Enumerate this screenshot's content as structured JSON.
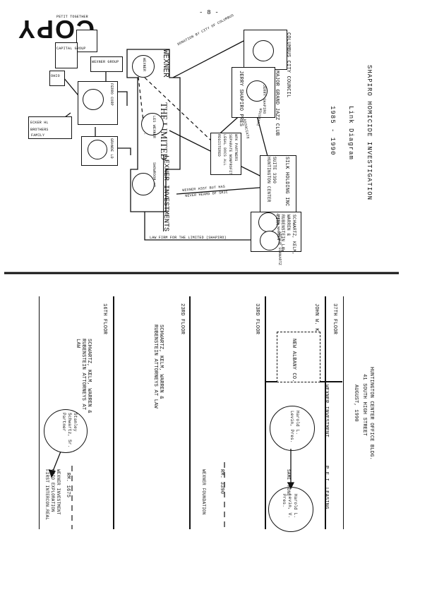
{
  "page_number": "- 8 -",
  "stamp": "COPY",
  "header": {
    "title": "SHAPIRO HOMICIDE INVESTIGATION",
    "subtitle": "Link Diagram",
    "years": "1985 - 1990"
  },
  "diagram": {
    "wexner": "WEXNER",
    "the_limited": "THE LIMITED",
    "lexner_investments": "LEXNER INVESTMENTS",
    "limited_sub": "SHOWROOM HQ",
    "columbus_city_council": "COLUMBUS CITY COUNCIL",
    "major_grand_jazz_club": "MAJOR GRAND JAZZ CLUB",
    "jerry_shapiro_pres": "JERRY SHAPIRO PRES",
    "jerry_shapiro_circle": "JERRY SHAPIRO",
    "wexner_circle": "LES WEXNER",
    "wexner_sub": "WEXNER",
    "silk_holding": "SILK HOLDING INC",
    "suite": "SUITE 3390 HUNTINGTON CENTER",
    "schwartz_firm": "SCHWARTZ, KELM, WARREN & RUBENSTEIN LAW FIRM",
    "schwartz_circle": "JAMES WARREN",
    "schwartz_circle2": "ARTHUR SCHWARTZ",
    "wfk_partners": "WFK PARTNERS SEPARATE NONPROFIT LEGAL DOCS ALL REGISTERED",
    "donation": "DONATION BY CITY OF COLUMBUS",
    "assoc1": "ASSOCIATE",
    "assoc2": "INVESTOR",
    "wexner_asst": "WEXNER ASST BUT HAS",
    "never_heard": "NEVER HEARD OF SMJC",
    "law_firm_for": "LAW FIRM FOR THE LIMITED (SHAPIRO)",
    "ferro_corp": "FERRO CORP",
    "grande_ld": "GRANDE LD",
    "ecker_hl": "ECKER HL",
    "brothers": "BROTHERS",
    "wexner_group": "WEXNER GROUP",
    "left_boxes": [
      "PETIT TOGETHER",
      "CAPITAL GROUP",
      "OHIO",
      "FAMILY"
    ]
  },
  "floorplan": {
    "building": "HUNTINGTON CENTER OFFICE BLDG.",
    "address": "41 SOUTH HIGH STREET",
    "date": "AUGUST, 1990",
    "floors": [
      {
        "floor": "37TH FLOOR",
        "tenant": "JOHN W. KESSLER CO."
      },
      {
        "floor": "33RD FLOOR",
        "tenant": "NEW ALBANY CO."
      },
      {
        "floor": "23RD FLOOR",
        "tenant": "SCHWARTZ, KELM, WARREN & RUBENSTEIN ATTORNEYS AT LAW"
      },
      {
        "floor": "16TH FLOOR",
        "tenant": "SCHWARTZ, KELM, WARREN & RUBENSTEIN ATTORNEYS AT LAW"
      }
    ],
    "wexner_investment": "WEXNER INVESTMENT",
    "pfi_leasing": "P.F.I. LEASING",
    "harold1": "Harold L. Levin, Pres.",
    "harold2": "Harold L. Levin, V. Pres.",
    "same_phone": "SAME PHONE",
    "rm3390": "RM. 3390",
    "wexner_foundation": "WEXNER FOUNDATION",
    "stanley": "Stanley Schwartz, Sr. Partner",
    "rm1675": "RM. 1675",
    "wexner_investment2": "WEXNER INVESTMENT",
    "ohio_exploration": "OHIO EXPLORATION",
    "first_intercon": "FIRST INTERCON.REAL"
  }
}
